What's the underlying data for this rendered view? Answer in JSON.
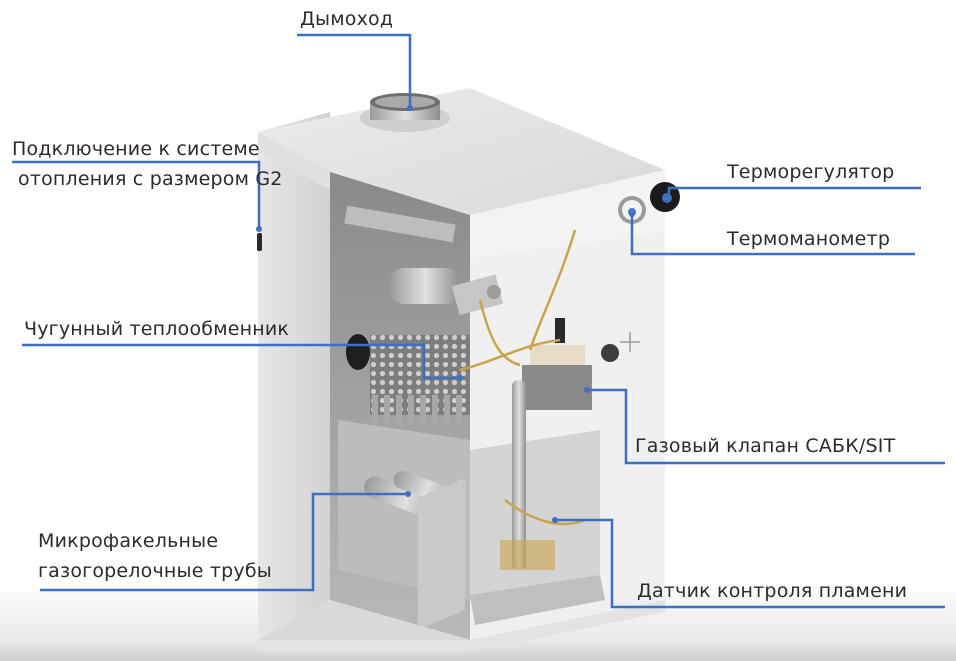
{
  "diagram": {
    "subject": "Напольный газовый котёл (разрез)",
    "line_color": "#3f6fc0",
    "labels": {
      "chimney": "Дымоход",
      "heating_connection_line1": "Подключение к системе",
      "heating_connection_line2": "отопления с размером G2",
      "thermostat": "Терморегулятор",
      "thermomanometer": "Термоманометр",
      "cast_iron_exchanger": "Чугунный теплообменник",
      "gas_valve": "Газовый клапан САБК/SIT",
      "burner_tubes_line1": "Микрофакельные",
      "burner_tubes_line2": "газогорелочные трубы",
      "flame_sensor": "Датчик контроля пламени"
    }
  }
}
